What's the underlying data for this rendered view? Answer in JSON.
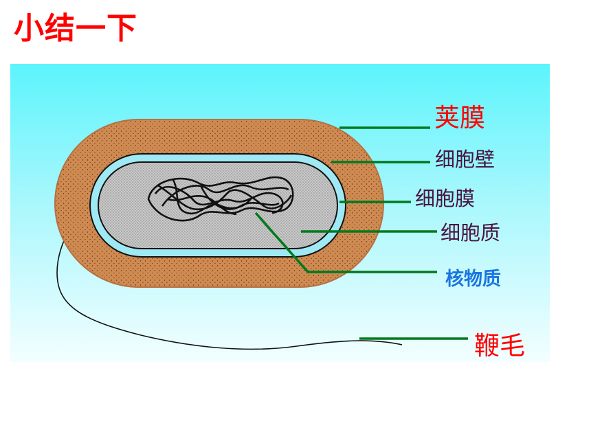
{
  "slide": {
    "title": "小结一下"
  },
  "labels": [
    {
      "id": "capsule",
      "text": "荚膜",
      "color": "#ff0000"
    },
    {
      "id": "cell-wall",
      "text": "细胞壁",
      "color": "#4a1440"
    },
    {
      "id": "cell-membrane",
      "text": "细胞膜",
      "color": "#4a1440"
    },
    {
      "id": "cytoplasm",
      "text": "细胞质",
      "color": "#4a1440"
    },
    {
      "id": "nuclear-material",
      "text": "核物质",
      "color": "#1a75e0"
    },
    {
      "id": "flagellum",
      "text": "鞭毛",
      "color": "#ff0000"
    }
  ],
  "colors": {
    "background_top": "#5cf4fc",
    "background_bottom": "#f3feff",
    "capsule": "#cf8a52",
    "cell_wall": "#9fe9f4",
    "cytoplasm": "#c8c8c8",
    "leader_line": "#007a1e"
  }
}
